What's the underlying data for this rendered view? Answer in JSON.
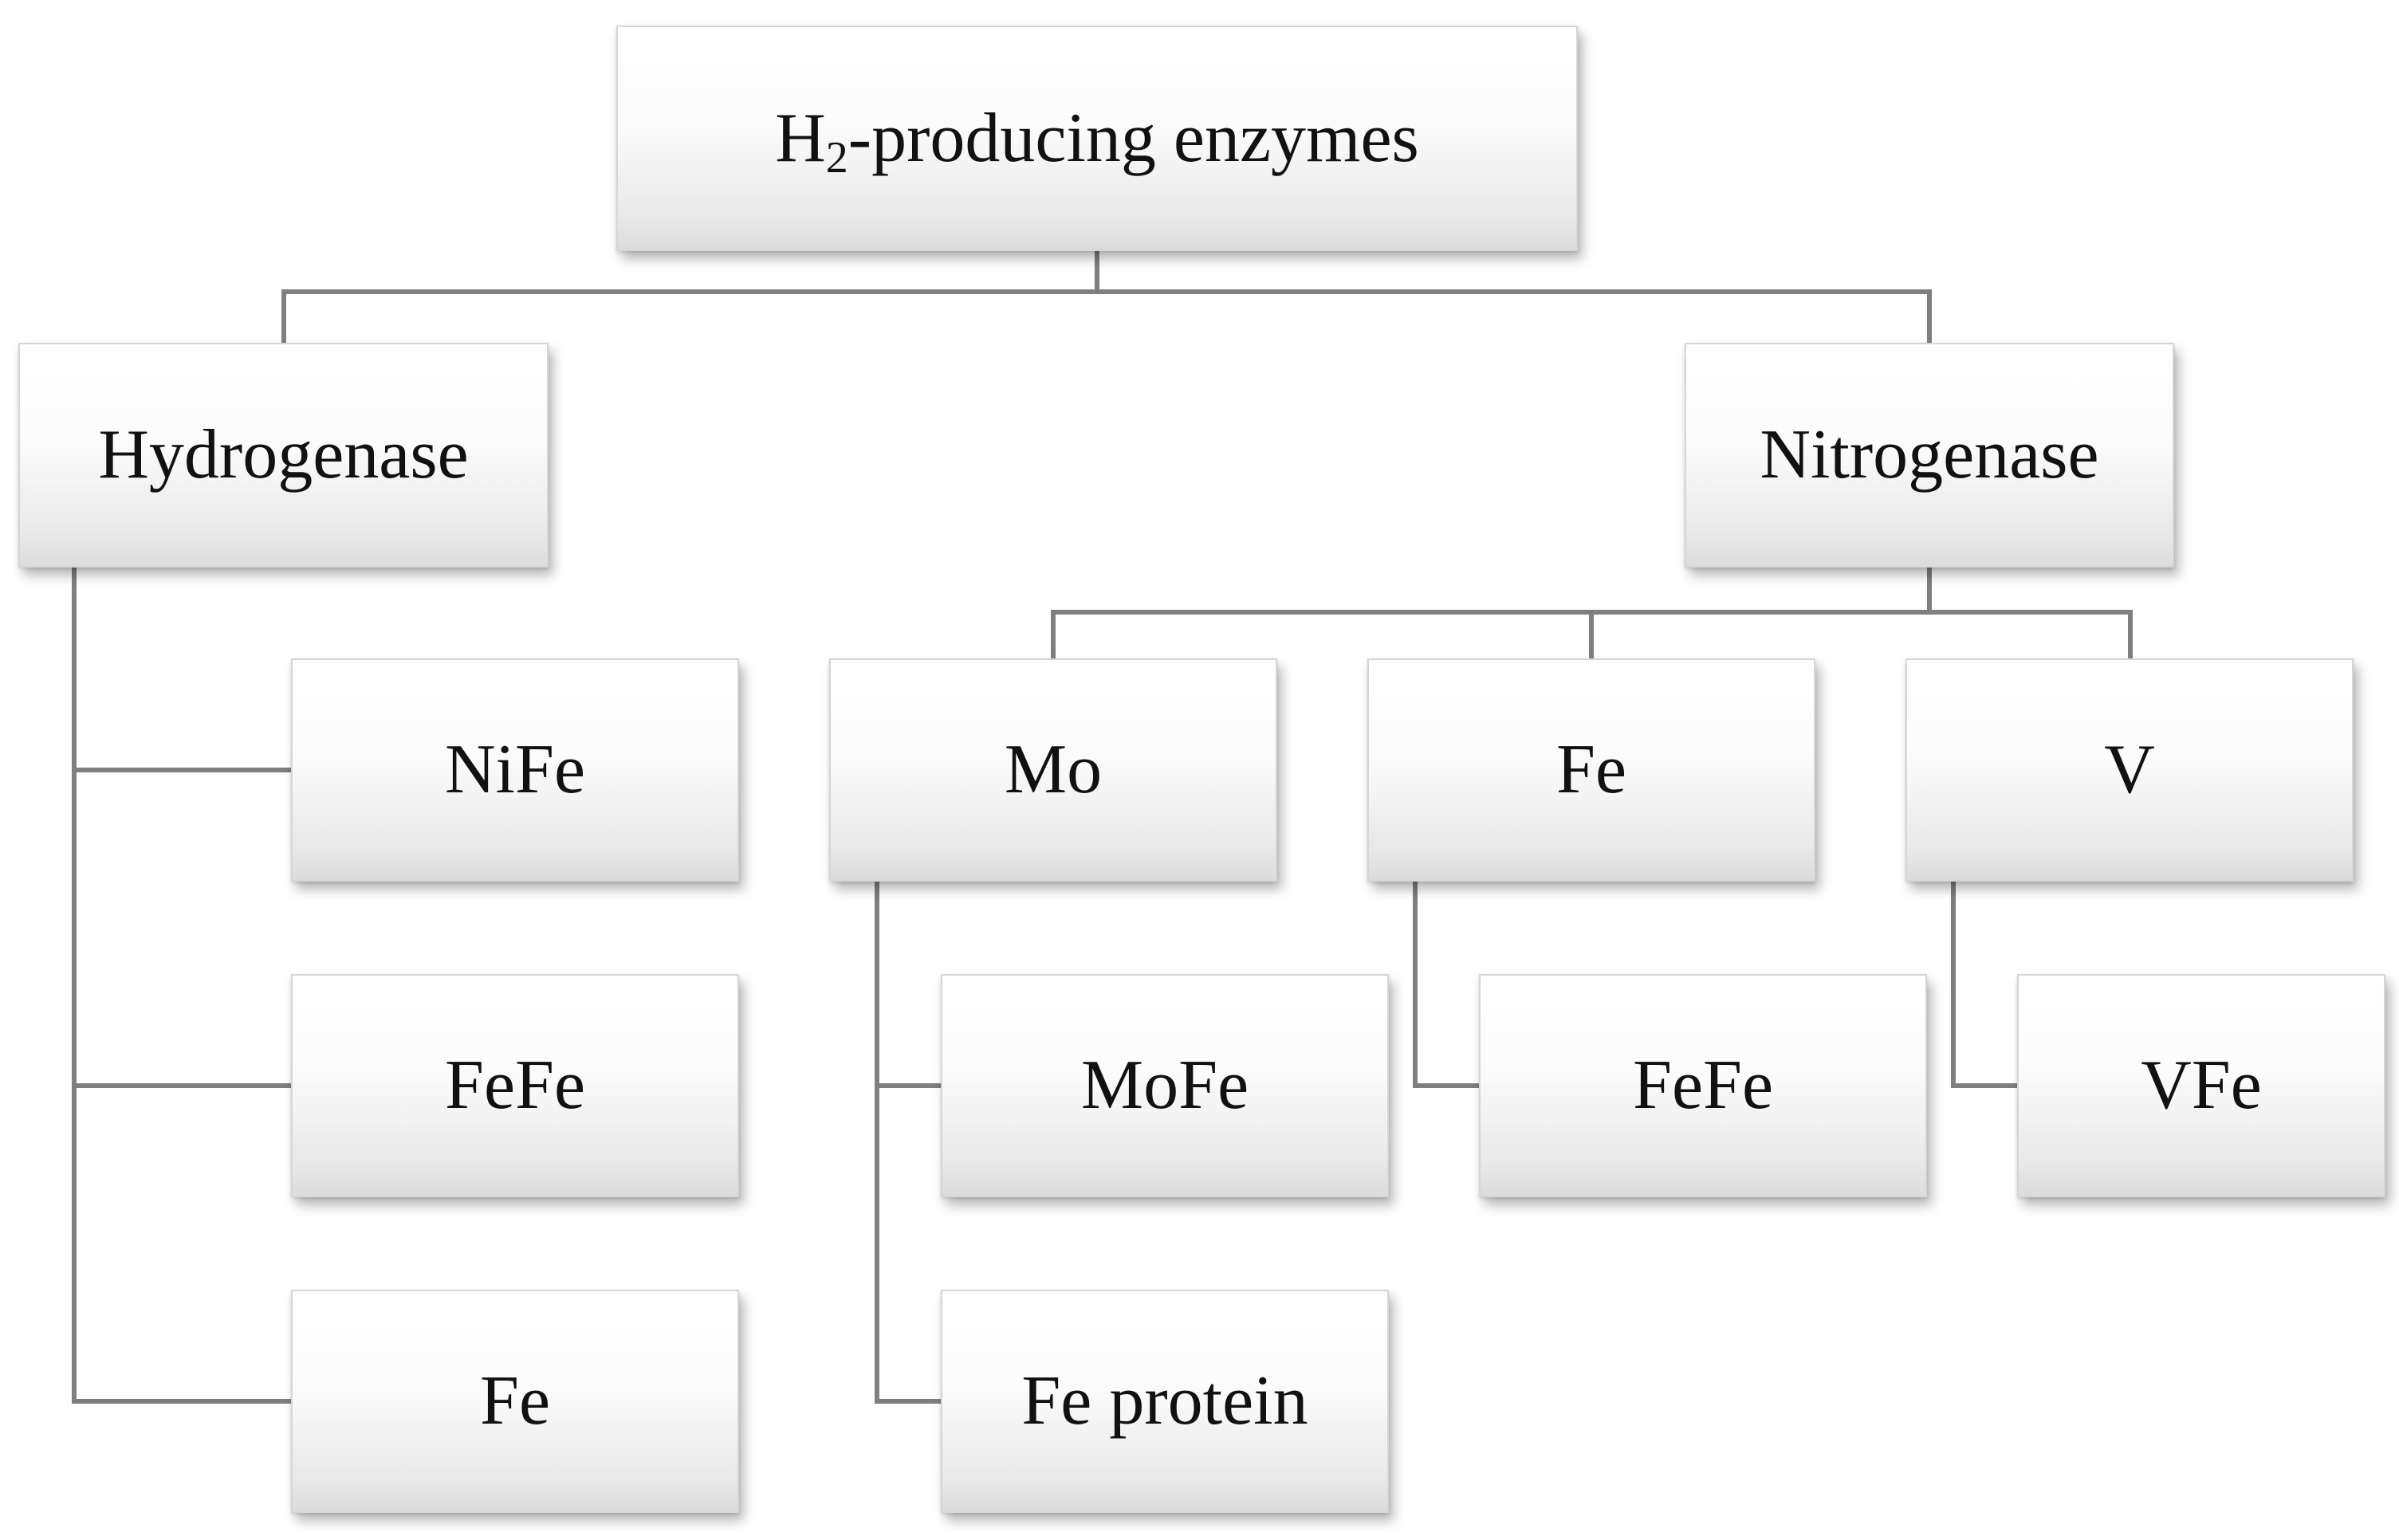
{
  "diagram": {
    "root": {
      "label_prefix": "H",
      "label_subscript": "2",
      "label_suffix": "-producing enzymes"
    },
    "hydrogenase": {
      "label": "Hydrogenase",
      "children": [
        "NiFe",
        "FeFe",
        "Fe"
      ]
    },
    "nitrogenase": {
      "label": "Nitrogenase",
      "children": [
        {
          "label": "Mo",
          "children": [
            "MoFe",
            "Fe protein"
          ]
        },
        {
          "label": "Fe",
          "children": [
            "FeFe"
          ]
        },
        {
          "label": "V",
          "children": [
            "VFe"
          ]
        }
      ]
    }
  }
}
